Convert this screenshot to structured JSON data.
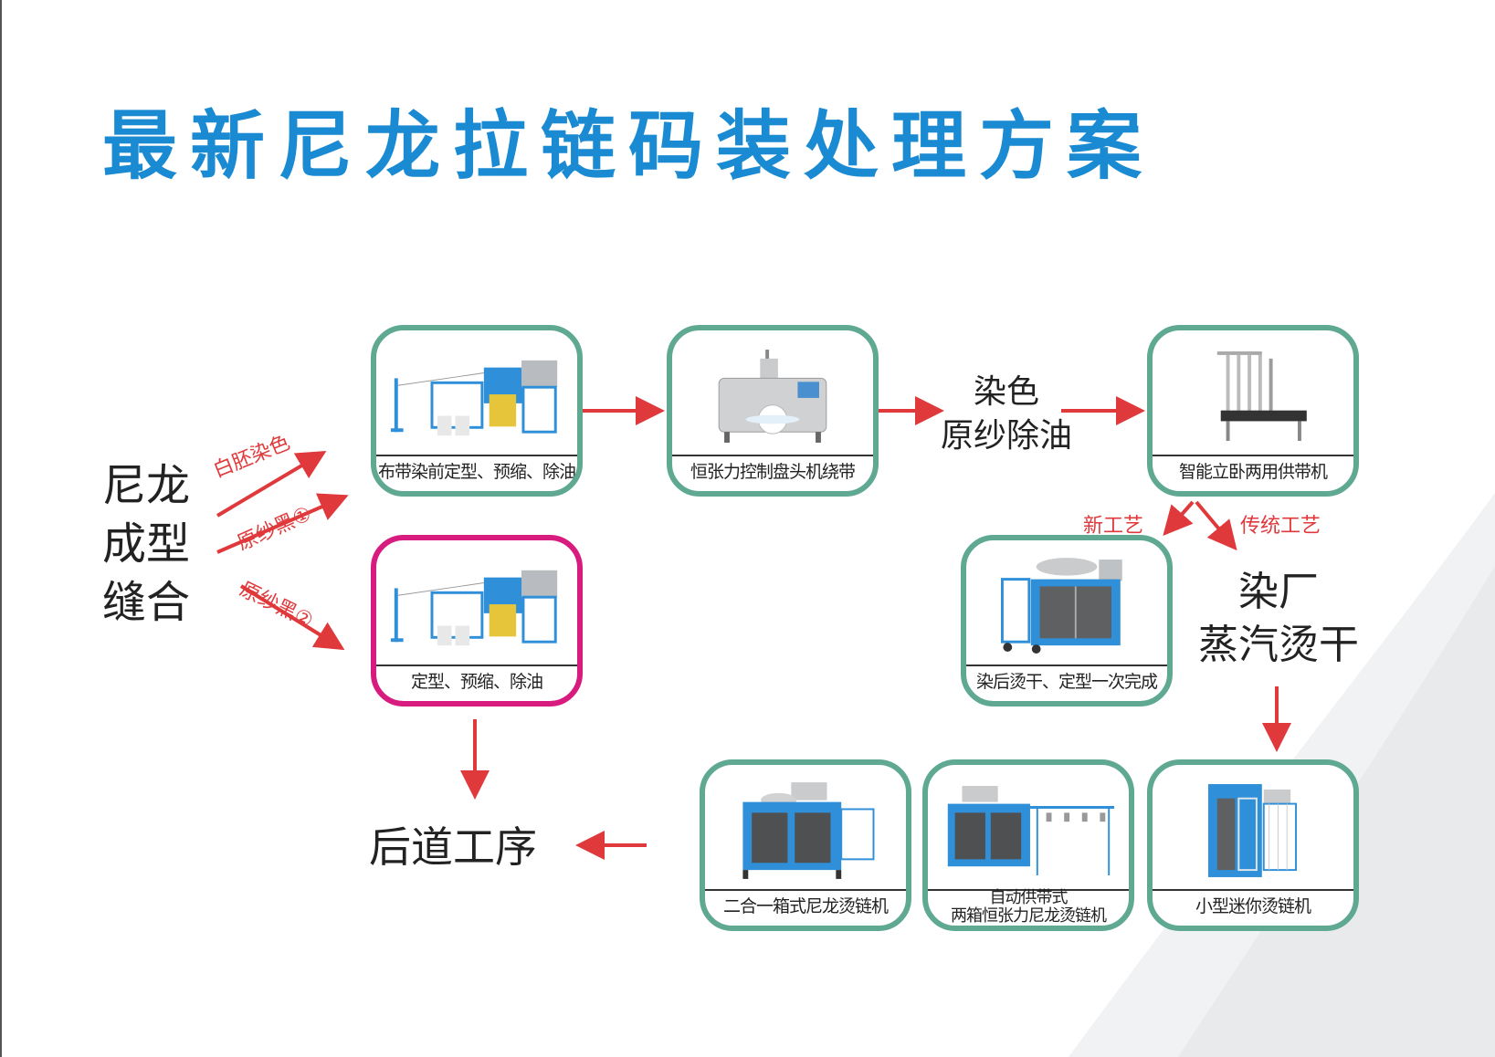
{
  "title": "最新尼龙拉链码装处理方案",
  "colors": {
    "title": "#1a8ad2",
    "card_border": "#5fa892",
    "card_border_highlight": "#d81b7e",
    "arrow": "#e0393c",
    "machine_blue": "#2f8fd8"
  },
  "start_node": {
    "line1": "尼龙",
    "line2": "成型",
    "line3": "缝合"
  },
  "branch_labels": {
    "white_dye": "白胚染色",
    "raw_black_1": "原纱黑①",
    "raw_black_2": "原纱黑②"
  },
  "dye_node": {
    "line1": "染色",
    "line2": "原纱除油"
  },
  "process_labels": {
    "new": "新工艺",
    "traditional": "传统工艺"
  },
  "dyehouse_node": {
    "line1": "染厂",
    "line2": "蒸汽烫干"
  },
  "end_node": {
    "label": "后道工序"
  },
  "cards": {
    "pre_dye_setting": {
      "caption": "布带染前定型、预缩、除油",
      "icon": "setting-line-machine-icon"
    },
    "setting_black": {
      "caption": "定型、预缩、除油",
      "icon": "setting-line-machine-icon"
    },
    "coil_winder": {
      "caption": "恒张力控制盘头机绕带",
      "icon": "coil-winder-icon"
    },
    "tape_supplier": {
      "caption": "智能立卧两用供带机",
      "icon": "tape-supplier-icon"
    },
    "post_dye_dryer": {
      "caption": "染后烫干、定型一次完成",
      "icon": "dryer-machine-icon"
    },
    "mini_ironing": {
      "caption": "小型迷你烫链机",
      "icon": "mini-ironing-machine-icon"
    },
    "two_box_auto": {
      "caption_line1": "自动供带式",
      "caption_line2": "两箱恒张力尼龙烫链机",
      "icon": "two-box-ironing-machine-icon"
    },
    "two_in_one_box": {
      "caption": "二合一箱式尼龙烫链机",
      "icon": "box-ironing-machine-icon"
    }
  }
}
